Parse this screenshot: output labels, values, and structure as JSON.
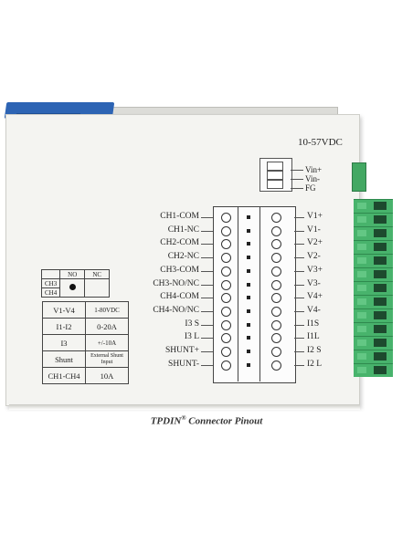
{
  "voltage_label": "10-57VDC",
  "power_pins": [
    "Vin+",
    "Vin-",
    "FG"
  ],
  "left_pins": [
    "CH1-COM",
    "CH1-NC",
    "CH2-COM",
    "CH2-NC",
    "CH3-COM",
    "CH3-NO/NC",
    "CH4-COM",
    "CH4-NO/NC",
    "I3 S",
    "I3 L",
    "SHUNT+",
    "SHUNT-"
  ],
  "right_pins": [
    "V1+",
    "V1-",
    "V2+",
    "V2-",
    "V3+",
    "V3-",
    "V4+",
    "V4-",
    "I1S",
    "I1L",
    "I2 S",
    "I2 L"
  ],
  "config_table": {
    "headers": [
      "",
      "NO",
      "NC"
    ],
    "rows": [
      "CH3",
      "CH4"
    ]
  },
  "spec_table": [
    [
      "V1-V4",
      "1-80VDC"
    ],
    [
      "I1-I2",
      "0-20A"
    ],
    [
      "I3",
      "+/-10A"
    ],
    [
      "Shunt",
      "External Shunt Input"
    ],
    [
      "CH1-CH4",
      "10A"
    ]
  ],
  "caption": {
    "brand": "TPDIN",
    "mark": "®",
    "text": " Connector Pinout"
  }
}
